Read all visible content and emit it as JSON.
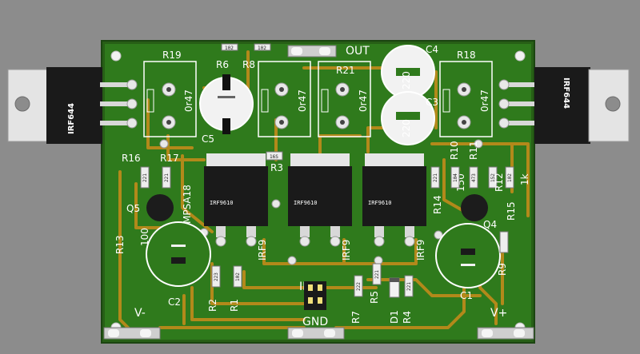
{
  "output_label": "OUT",
  "input_label": "IN",
  "ground_label": "GND",
  "vminus_label": "V-",
  "vplus_label": "V+",
  "power_transistors": {
    "left": "IRF644",
    "right": "IRF644"
  },
  "mosfets": {
    "m1": "IRF9610",
    "m2": "IRF9610",
    "m3": "IRF9610",
    "m1_side": "IRF9",
    "m2_side": "IRF9",
    "m3_side": "IRF9"
  },
  "power_resistors": {
    "r19": {
      "ref": "R19",
      "value": "0r47"
    },
    "r20": {
      "ref": "",
      "value": "0r47"
    },
    "r21": {
      "ref": "R21",
      "value": "0r47"
    },
    "r18": {
      "ref": "R18",
      "value": "0r47"
    }
  },
  "capacitors": {
    "c1": "C1",
    "c2": "C2",
    "c3": "C3",
    "c4": "C4",
    "c5": "C5",
    "c3_value": "220",
    "c4_value": "220"
  },
  "resistors": {
    "r1": "R1",
    "r2": "R2",
    "r3": "R3",
    "r4": "R4",
    "r5": "R5",
    "r6": "R6",
    "r7": "R7",
    "r8": "R8",
    "r9": "R9",
    "r10": "R10",
    "r11": "R11",
    "r12": "R12",
    "r13": "R13",
    "r14": "R14",
    "r15": "R15",
    "r16": "R16",
    "r17": "R17",
    "r13_value": "100",
    "r15_value": "1k",
    "r10_value": "150"
  },
  "smd_codes": {
    "c221a": "221",
    "c221b": "221",
    "c223": "223",
    "c102a": "102",
    "c221c": "221",
    "c221d": "221",
    "c473": "473",
    "c104": "104",
    "c102b": "102",
    "c152": "152",
    "c222": "222",
    "c165": "16S",
    "c102c": "102",
    "c102d": "102"
  },
  "transistors": {
    "q4": "Q4",
    "q5": "Q5",
    "q5_type": "MPSA18"
  },
  "diodes": {
    "d1": "D1"
  }
}
